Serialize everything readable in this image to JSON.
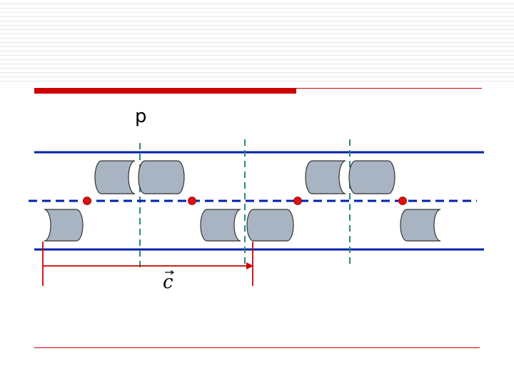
{
  "labels": {
    "top_point": "p",
    "translation_vector": "c"
  },
  "colors": {
    "accent_red": "#cc0000",
    "band_blue": "#0022aa",
    "axis_teal": "#2a8a7a",
    "cylinder_fill": "#a9b4c2",
    "cylinder_stroke": "#333333",
    "point_red": "#dd1111"
  },
  "icons": {
    "vector_arrow": "arrow-right",
    "unit_shape": "cylinder"
  }
}
